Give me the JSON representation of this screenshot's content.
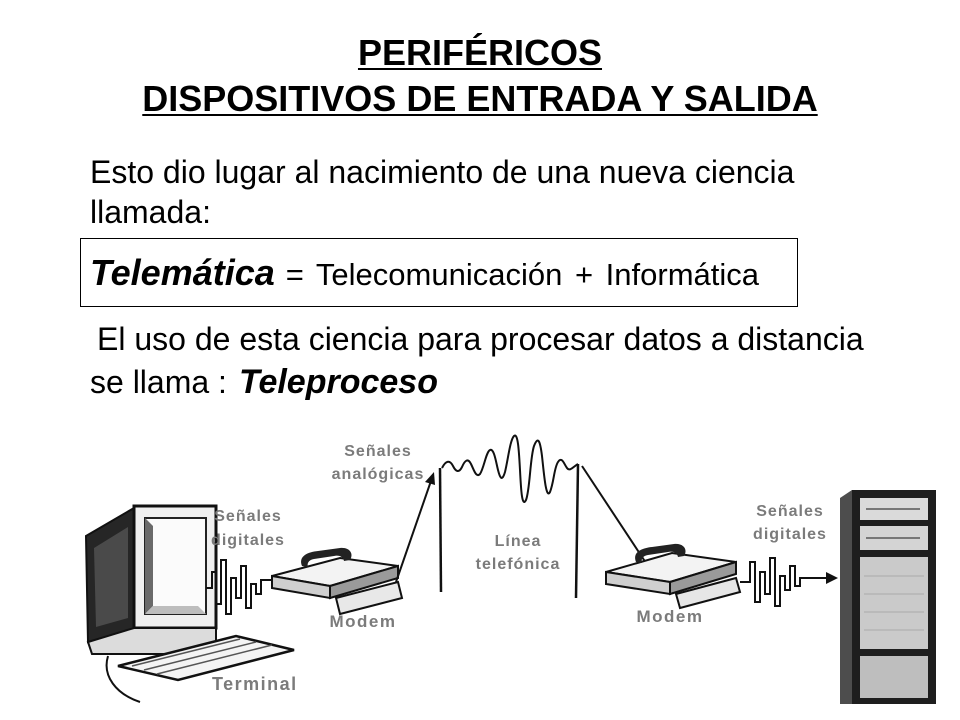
{
  "title": {
    "line1": "PERIFÉRICOS",
    "line2": "DISPOSITIVOS DE ENTRADA Y SALIDA"
  },
  "intro": {
    "line1": "Esto dio lugar al nacimiento de una nueva ciencia",
    "line2": "llamada:"
  },
  "definition": {
    "term": "Telemática",
    "equation": "= Telecomunicación + Informática"
  },
  "teleproceso": {
    "line1": "El uso de esta ciencia para procesar datos a distancia",
    "prefix": "se llama :",
    "term": "Teleproceso"
  },
  "diagram": {
    "left_signal_label": {
      "line1": "Señales",
      "line2": "digitales"
    },
    "analog_signal_label": {
      "line1": "Señales",
      "line2": "analógicas"
    },
    "phone_line_label": {
      "line1": "Línea",
      "line2": "telefónica"
    },
    "right_signal_label": {
      "line1": "Señales",
      "line2": "digitales"
    },
    "left_modem_label": "Modem",
    "right_modem_label": "Modem",
    "terminal_label": "Terminal",
    "icons": [
      "terminal-computer-icon",
      "modem-icon",
      "modem-icon",
      "server-tower-icon"
    ]
  },
  "colors": {
    "text": "#000000",
    "diagram_label": "#7b7b7b",
    "background": "#ffffff"
  }
}
